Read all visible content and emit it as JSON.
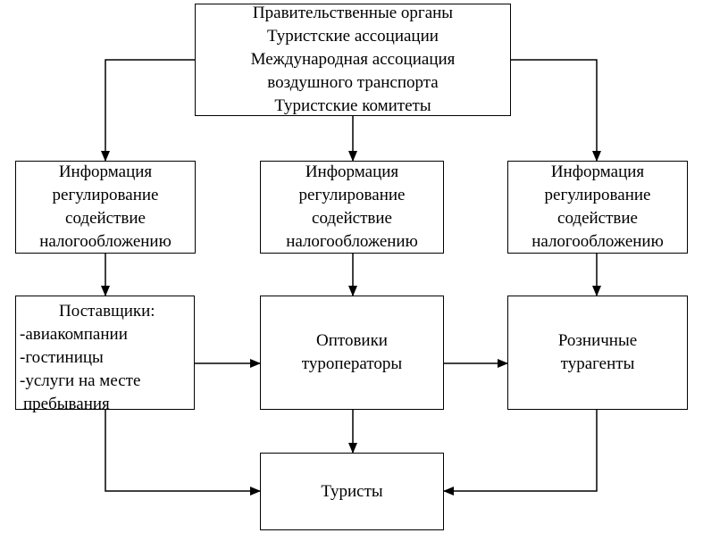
{
  "top_box": {
    "lines": [
      "Правительственные органы",
      "Туристские ассоциации",
      "Международная ассоциация",
      "воздушного транспорта",
      "Туристские комитеты"
    ]
  },
  "info_boxes": [
    {
      "lines": [
        "Информация",
        "регулирование",
        "содействие",
        "налогообложению"
      ]
    },
    {
      "lines": [
        "Информация",
        "регулирование",
        "содействие",
        "налогообложению"
      ]
    },
    {
      "lines": [
        "Информация",
        "регулирование",
        "содействие",
        "налогообложению"
      ]
    }
  ],
  "suppliers_box": {
    "title": "Поставщики:",
    "items": [
      "-авиакомпании",
      "-гостиницы",
      "-услуги на месте",
      "пребывания"
    ]
  },
  "wholesalers_box": {
    "lines": [
      "Оптовики",
      "туроператоры"
    ]
  },
  "retailers_box": {
    "lines": [
      "Розничные",
      "турагенты"
    ]
  },
  "tourists_box": {
    "label": "Туристы"
  },
  "colors": {
    "line": "#000000",
    "background": "#ffffff"
  }
}
